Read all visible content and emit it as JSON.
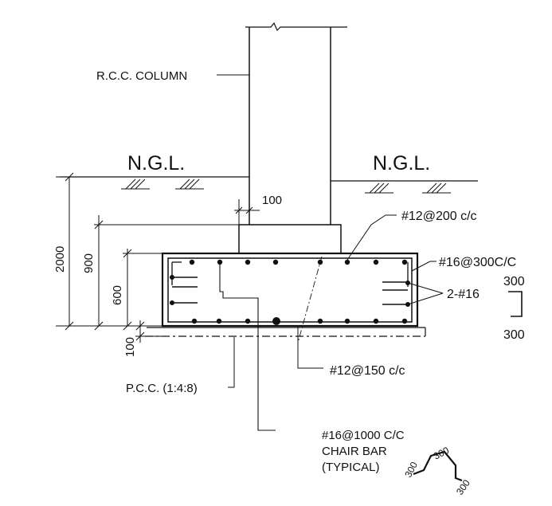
{
  "labels": {
    "column": "R.C.C. COLUMN",
    "ngl_left": "N.G.L.",
    "ngl_right": "N.G.L.",
    "dim_100_top": "100",
    "dim_2000": "2000",
    "dim_900": "900",
    "dim_600": "600",
    "dim_100_bottom": "100",
    "top_bars": "#12@200 c/c",
    "side_bars": "#16@300C/C",
    "two_bars": "2-#16",
    "hook_300_top": "300",
    "hook_300_bottom": "300",
    "bottom_bars": "#12@150 c/c",
    "pcc": "P.C.C. (1:4:8)",
    "chair_bar_spacing": "#16@1000 C/C",
    "chair_bar_title": "CHAIR BAR",
    "chair_bar_typical": "(TYPICAL)",
    "chair_dim_1": "300",
    "chair_dim_2": "300",
    "chair_dim_3": "300"
  }
}
